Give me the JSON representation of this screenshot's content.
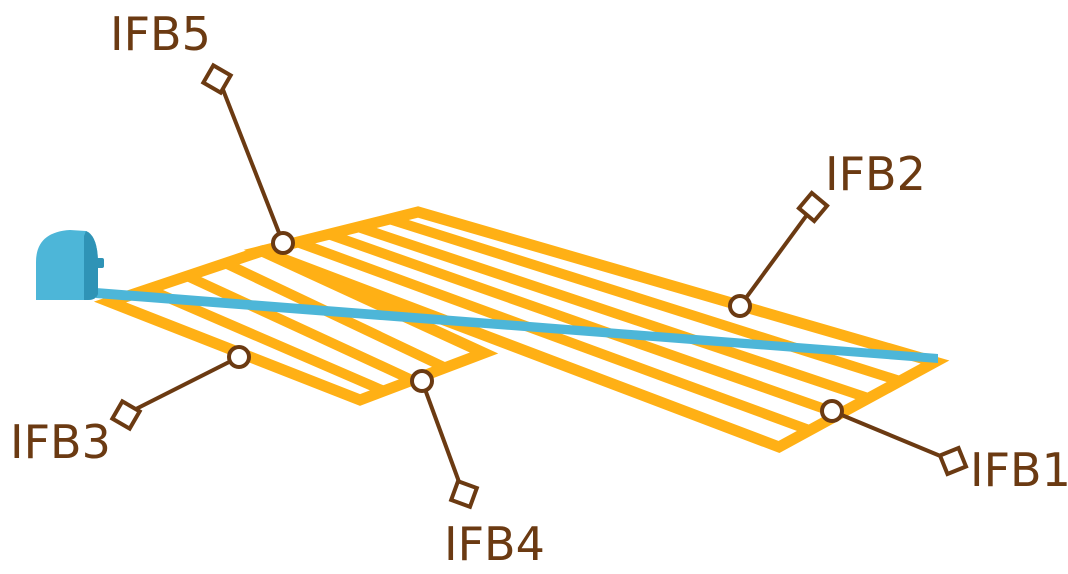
{
  "colors": {
    "frame": "#FFB015",
    "frame_dark": "#F59F00",
    "tape": "#4DB6D8",
    "tape_dark": "#2F93B6",
    "callout": "#6B3A12"
  },
  "tape_measure": {
    "icon": "tape-measure-icon"
  },
  "labels": {
    "ifb1": {
      "prefix": "IFB",
      "index": "1"
    },
    "ifb2": {
      "prefix": "IFB",
      "index": "2"
    },
    "ifb3": {
      "prefix": "IFB",
      "index": "3"
    },
    "ifb4": {
      "prefix": "IFB",
      "index": "4"
    },
    "ifb5": {
      "prefix": "IFB",
      "index": "5"
    }
  }
}
